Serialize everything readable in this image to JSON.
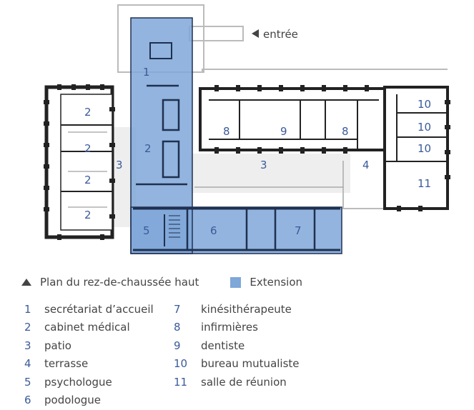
{
  "entry_label": "entrée",
  "plan_numbers": {
    "n1": "1",
    "n2a": "2",
    "n2b": "2",
    "n2c": "2",
    "n2d": "2",
    "n2e": "2",
    "n3a": "3",
    "n3b": "3",
    "n4": "4",
    "n5": "5",
    "n6": "6",
    "n7": "7",
    "n8a": "8",
    "n8b": "8",
    "n9": "9",
    "n10a": "10",
    "n10b": "10",
    "n10c": "10",
    "n11": "11"
  },
  "caption": {
    "plan_label": "Plan du rez-de-chaussée haut",
    "extension_label": "Extension"
  },
  "colors": {
    "extension": "#7fa7d8",
    "numbers": "#3a5a9a",
    "walls": "#222222"
  },
  "legend": [
    {
      "num": "1",
      "label": "secrétariat d’accueil"
    },
    {
      "num": "2",
      "label": "cabinet médical"
    },
    {
      "num": "3",
      "label": "patio"
    },
    {
      "num": "4",
      "label": "terrasse"
    },
    {
      "num": "5",
      "label": "psychologue"
    },
    {
      "num": "6",
      "label": "podologue"
    },
    {
      "num": "7",
      "label": "kinésithérapeute"
    },
    {
      "num": "8",
      "label": "infirmières"
    },
    {
      "num": "9",
      "label": "dentiste"
    },
    {
      "num": "10",
      "label": "bureau mutualiste"
    },
    {
      "num": "11",
      "label": "salle de réunion"
    }
  ]
}
